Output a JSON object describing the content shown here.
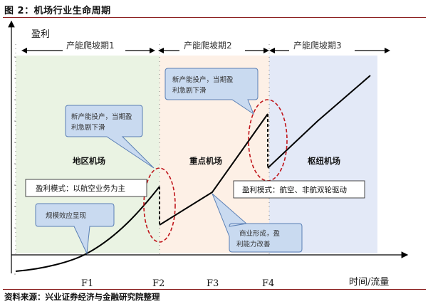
{
  "title": "图 2：机场行业生命周期",
  "source": "资料来源：兴业证券经济与金融研究院整理",
  "axes": {
    "y_label": "盈利",
    "x_label": "时间/流量"
  },
  "phases": [
    {
      "label": "产能爬坡期1"
    },
    {
      "label": "产能爬坡期2"
    },
    {
      "label": "产能爬坡期3"
    }
  ],
  "zones": [
    {
      "label": "地区机场",
      "color": "#eaf3e3"
    },
    {
      "label": "重点机场",
      "color": "#fdf0e6"
    },
    {
      "label": "枢纽机场",
      "color": "#e3e9f7"
    }
  ],
  "x_ticks": [
    "F1",
    "F2",
    "F3",
    "F4"
  ],
  "callouts": [
    {
      "lines": [
        "新产能投产，当期盈",
        "利急剧下滑"
      ]
    },
    {
      "lines": [
        "新产能投产，当期盈",
        "利急剧下滑"
      ]
    },
    {
      "lines": [
        "规模效应显现"
      ]
    },
    {
      "lines": [
        "商业形成，盈",
        "利能力改善"
      ]
    }
  ],
  "models": [
    {
      "text": "盈利模式：以航空业务为主"
    },
    {
      "text": "盈利模式：航空、非航双轮驱动"
    }
  ],
  "colors": {
    "curve": "#000000",
    "ellipse": "#c0151b",
    "callout_fill": "#c9daf0",
    "callout_stroke": "#5a7fb5",
    "title_rule": "#8a1e1e"
  }
}
